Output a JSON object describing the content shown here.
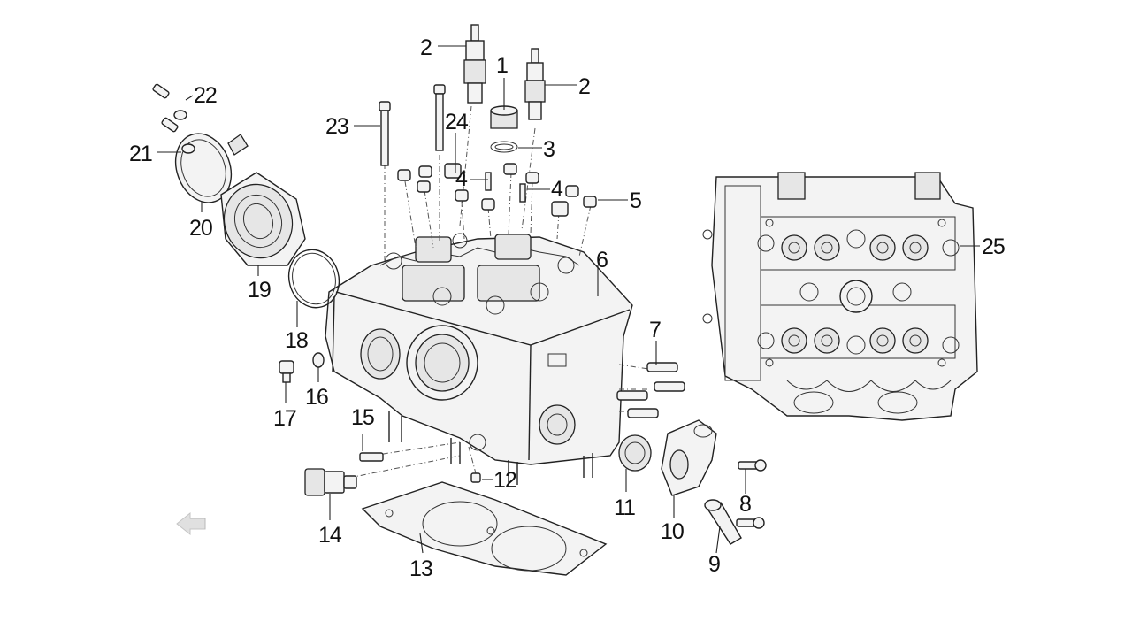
{
  "callouts": [
    {
      "id": "c1",
      "text": "1"
    },
    {
      "id": "c2a",
      "text": "2"
    },
    {
      "id": "c2b",
      "text": "2"
    },
    {
      "id": "c3",
      "text": "3"
    },
    {
      "id": "c4a",
      "text": "4"
    },
    {
      "id": "c4b",
      "text": "4"
    },
    {
      "id": "c5",
      "text": "5"
    },
    {
      "id": "c6",
      "text": "6"
    },
    {
      "id": "c7",
      "text": "7"
    },
    {
      "id": "c8",
      "text": "8"
    },
    {
      "id": "c9",
      "text": "9"
    },
    {
      "id": "c10",
      "text": "10"
    },
    {
      "id": "c11",
      "text": "11"
    },
    {
      "id": "c12",
      "text": "12"
    },
    {
      "id": "c13",
      "text": "13"
    },
    {
      "id": "c14",
      "text": "14"
    },
    {
      "id": "c15",
      "text": "15"
    },
    {
      "id": "c16",
      "text": "16"
    },
    {
      "id": "c17",
      "text": "17"
    },
    {
      "id": "c18",
      "text": "18"
    },
    {
      "id": "c19",
      "text": "19"
    },
    {
      "id": "c20",
      "text": "20"
    },
    {
      "id": "c21",
      "text": "21"
    },
    {
      "id": "c22",
      "text": "22"
    },
    {
      "id": "c23",
      "text": "23"
    },
    {
      "id": "c24",
      "text": "24"
    },
    {
      "id": "c25",
      "text": "25"
    }
  ],
  "icons": {
    "nav_arrow": "arrow-left-icon"
  }
}
